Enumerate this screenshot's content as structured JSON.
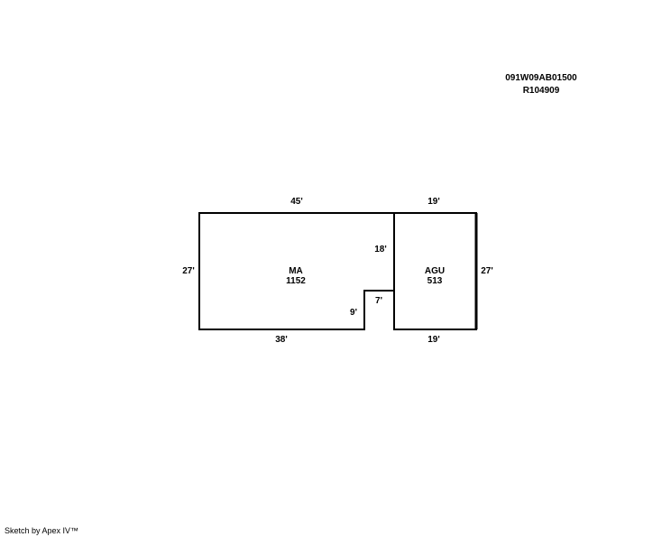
{
  "parcel": {
    "map_number": "091W09AB01500",
    "account_number": "R104909"
  },
  "areas": {
    "main": {
      "code": "MA",
      "sqft": "1152"
    },
    "garage": {
      "code": "AGU",
      "sqft": "513"
    }
  },
  "dimensions": {
    "main_top": "45'",
    "main_left": "27'",
    "main_bottom": "38'",
    "main_right_upper": "18'",
    "notch_width": "7'",
    "notch_height": "9'",
    "garage_top": "19'",
    "garage_right": "27'",
    "garage_bottom": "19'"
  },
  "footer": {
    "credit": "Sketch by Apex IV™"
  }
}
